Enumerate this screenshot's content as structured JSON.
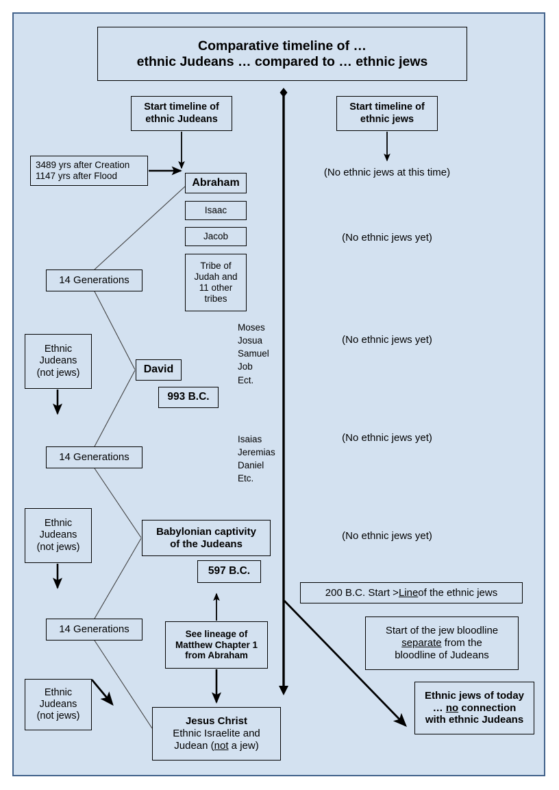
{
  "diagram": {
    "title_line1": "Comparative timeline of …",
    "title_line2": "ethnic Judeans … compared to … ethnic jews",
    "frame_background": "#d3e1f0",
    "frame_border_color": "#41618a",
    "box_border_color": "#000000",
    "text_color": "#000000"
  },
  "left_column": {
    "start_title_line1": "Start timeline of",
    "start_title_line2": "ethnic Judeans",
    "creation_note_line1": "3489 yrs after Creation",
    "creation_note_line2": "1147 yrs after Flood",
    "abraham": "Abraham",
    "isaac": "Isaac",
    "jacob": "Jacob",
    "tribe_line1": "Tribe of",
    "tribe_line2": "Judah and",
    "tribe_line3": "11 other",
    "tribe_line4": "tribes",
    "generations_1": "14 Generations",
    "generations_2": "14 Generations",
    "generations_3": "14 Generations",
    "ethnic_judeans_line1": "Ethnic",
    "ethnic_judeans_line2": "Judeans",
    "ethnic_judeans_line3": "(not jews)",
    "david": "David",
    "david_date": "993 B.C.",
    "babylonian_line1": "Babylonian captivity",
    "babylonian_line2": "of the Judeans",
    "babylonian_date": "597 B.C.",
    "matthew_line1": "See lineage of",
    "matthew_line2": "Matthew Chapter 1",
    "matthew_line3": "from Abraham",
    "jesus_line1": "Jesus Christ",
    "jesus_line2": "Ethnic Israelite and",
    "jesus_line3_pre": "Judean (",
    "jesus_line3_underline": "not",
    "jesus_line3_post": " a jew)"
  },
  "prophet_lists": {
    "group_1": [
      "Moses",
      "Josua",
      "Samuel",
      "Job",
      "Ect."
    ],
    "group_2": [
      "Isaias",
      "Jeremias",
      "Daniel",
      "Etc."
    ]
  },
  "right_column": {
    "start_title_line1": "Start timeline of",
    "start_title_line2": "ethnic jews",
    "no_jews_1": "(No ethnic jews at this time)",
    "no_jews_2": "(No ethnic jews yet)",
    "no_jews_3": "(No ethnic jews yet)",
    "no_jews_4": "(No ethnic jews yet)",
    "no_jews_5": "(No ethnic jews yet)",
    "start_line_pre": "200 B.C.  Start > ",
    "start_line_underline": "Line",
    "start_line_post": " of the ethnic jews",
    "bloodline_line1": "Start of the jew bloodline",
    "bloodline_line2_underline": "separate",
    "bloodline_line2_post": " from the",
    "bloodline_line3": "bloodline of Judeans",
    "today_line1": "Ethnic jews of today",
    "today_line2_pre": "… ",
    "today_line2_underline": "no",
    "today_line2_post": " connection",
    "today_line3": "with ethnic Judeans"
  }
}
